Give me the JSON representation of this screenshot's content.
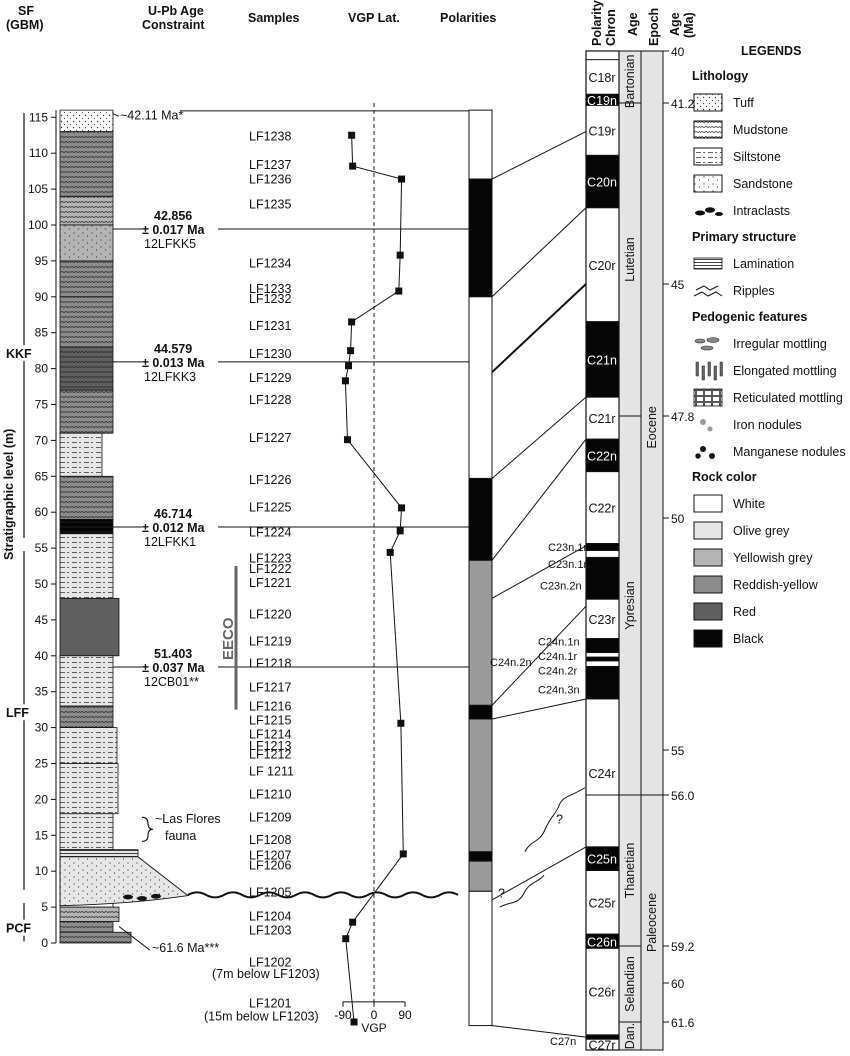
{
  "headers": {
    "sf": "SF",
    "gbm": "(GBM)",
    "upb1": "U-Pb Age",
    "upb2": "Constraint",
    "samples": "Samples",
    "vgp": "VGP Lat.",
    "polarities": "Polarities",
    "polarity1": "Polarity",
    "chron": "Chron",
    "age": "Age",
    "epoch": "Epoch",
    "agema1": "Age",
    "agema2": "(Ma)"
  },
  "y_axis_label": "Stratigraphic level (m)",
  "strat_ticks": [
    "0",
    "5",
    "10",
    "15",
    "20",
    "25",
    "30",
    "35",
    "40",
    "45",
    "50",
    "55",
    "60",
    "65",
    "70",
    "75",
    "80",
    "85",
    "90",
    "95",
    "100",
    "105",
    "110",
    "115"
  ],
  "formations": [
    {
      "name": "KKF",
      "level_m": 82
    },
    {
      "name": "LFF",
      "level_m": 32
    },
    {
      "name": "PCF",
      "level_m": 2
    }
  ],
  "age_constraints": [
    {
      "line1": "~42.11 Ma*",
      "line2": "",
      "line3": "",
      "level_m": 115
    },
    {
      "line1": "42.856",
      "line2": "± 0.017 Ma",
      "line3": "12LFKK5",
      "level_m": 100
    },
    {
      "line1": "44.579",
      "line2": "± 0.013 Ma",
      "line3": "12LFKK3",
      "level_m": 81.5
    },
    {
      "line1": "46.714",
      "line2": "± 0.012 Ma",
      "line3": "12LFKK1",
      "level_m": 58.5
    },
    {
      "line1": "51.403",
      "line2": "± 0.037 Ma",
      "line3": "12CB01**",
      "level_m": 39
    },
    {
      "line1": "~61.6 Ma***",
      "line2": "",
      "line3": "",
      "level_m": 1
    }
  ],
  "eeco_label": "EECO",
  "las_flores": [
    "~Las Flores",
    "fauna"
  ],
  "samples": [
    {
      "name": "LF1238",
      "level_m": 112.5
    },
    {
      "name": "LF1237",
      "level_m": 108.5
    },
    {
      "name": "LF1236",
      "level_m": 106.5
    },
    {
      "name": "LF1235",
      "level_m": 103
    },
    {
      "name": "LF1234",
      "level_m": 94.8
    },
    {
      "name": "LF1233",
      "level_m": 91.2
    },
    {
      "name": "LF1232",
      "level_m": 89.8
    },
    {
      "name": "LF1231",
      "level_m": 86.1
    },
    {
      "name": "LF1230",
      "level_m": 82.2
    },
    {
      "name": "LF1229",
      "level_m": 78.8
    },
    {
      "name": "LF1228",
      "level_m": 75.8
    },
    {
      "name": "LF1227",
      "level_m": 70.5
    },
    {
      "name": "LF1226",
      "level_m": 64.6
    },
    {
      "name": "LF1225",
      "level_m": 60.8
    },
    {
      "name": "LF1224",
      "level_m": 57.3
    },
    {
      "name": "LF1223",
      "level_m": 53.7
    },
    {
      "name": "LF1222",
      "level_m": 52.2
    },
    {
      "name": "LF1221",
      "level_m": 50.3
    },
    {
      "name": "LF1220",
      "level_m": 45.9
    },
    {
      "name": "LF1219",
      "level_m": 42.1
    },
    {
      "name": "LF1218",
      "level_m": 39.1
    },
    {
      "name": "LF1217",
      "level_m": 35.7
    },
    {
      "name": "LF1216",
      "level_m": 33.1
    },
    {
      "name": "LF1215",
      "level_m": 31.1
    },
    {
      "name": "LF1214",
      "level_m": 29.2
    },
    {
      "name": "LF1213",
      "level_m": 27.6
    },
    {
      "name": "LF1212",
      "level_m": 26.4
    },
    {
      "name": "LF 1211",
      "level_m": 24.0
    },
    {
      "name": "LF1210",
      "level_m": 20.8
    },
    {
      "name": "LF1209",
      "level_m": 17.6
    },
    {
      "name": "LF1208",
      "level_m": 14.5
    },
    {
      "name": "LF1207",
      "level_m": 12.3
    },
    {
      "name": "LF1206",
      "level_m": 10.9
    },
    {
      "name": "LF1205",
      "level_m": 7.2
    },
    {
      "name": "LF1204",
      "level_m": 3.8
    },
    {
      "name": "LF1203",
      "level_m": 1.9
    },
    {
      "name": "LF1202",
      "level_m": -2.6
    },
    {
      "name": "(7m below LF1203)",
      "level_m": -4.2
    },
    {
      "name": "LF1201",
      "level_m": -8.3
    },
    {
      "name": "(15m below LF1203)",
      "level_m": -10.1
    }
  ],
  "chart_data": {
    "type": "scatter",
    "title": "VGP Lat.",
    "xlabel": "VGP",
    "xlim": [
      -90,
      90
    ],
    "xticks": [
      "-90",
      "0",
      "90"
    ],
    "ylabel": "Stratigraphic level (m)",
    "ylim": [
      -12,
      117
    ],
    "points": [
      {
        "x": -65,
        "y": 112.5
      },
      {
        "x": -62,
        "y": 108.2
      },
      {
        "x": 80,
        "y": 106.4
      },
      {
        "x": 76,
        "y": 95.8
      },
      {
        "x": 72,
        "y": 90.8
      },
      {
        "x": -65,
        "y": 86.5
      },
      {
        "x": -68,
        "y": 82.5
      },
      {
        "x": -74,
        "y": 80.4
      },
      {
        "x": -83,
        "y": 78.3
      },
      {
        "x": -77,
        "y": 70.1
      },
      {
        "x": 80,
        "y": 60.6
      },
      {
        "x": 76,
        "y": 57.4
      },
      {
        "x": 47,
        "y": 54.4
      },
      {
        "x": 78,
        "y": 30.6
      },
      {
        "x": 85,
        "y": 12.4
      },
      {
        "x": -62,
        "y": 2.9
      },
      {
        "x": -82,
        "y": 0.6
      },
      {
        "x": -58,
        "y": -11
      }
    ]
  },
  "polarity_column": [
    {
      "from_m": 106.4,
      "to_m": 116,
      "polarity": "normal"
    },
    {
      "from_m": 90,
      "to_m": 106.4,
      "polarity": "reversed"
    },
    {
      "from_m": 64.7,
      "to_m": 90,
      "polarity": "normal"
    },
    {
      "from_m": 53.3,
      "to_m": 64.7,
      "polarity": "reversed"
    },
    {
      "from_m": 33.1,
      "to_m": 53.3,
      "polarity": "uncertain"
    },
    {
      "from_m": 31.2,
      "to_m": 33.1,
      "polarity": "reversed"
    },
    {
      "from_m": 12.7,
      "to_m": 31.2,
      "polarity": "uncertain"
    },
    {
      "from_m": 11.4,
      "to_m": 12.7,
      "polarity": "reversed"
    },
    {
      "from_m": 7.2,
      "to_m": 11.4,
      "polarity": "uncertain"
    },
    {
      "from_m": -11.5,
      "to_m": 7.2,
      "polarity": "normal"
    }
  ],
  "chrons": [
    {
      "name": "C18r",
      "from_ma": 40.2,
      "to_ma": 41.0,
      "polarity": "normal"
    },
    {
      "name": "C19n",
      "from_ma": 41.0,
      "to_ma": 41.25,
      "polarity": "reversed"
    },
    {
      "name": "C19r",
      "from_ma": 41.25,
      "to_ma": 42.3,
      "polarity": "normal"
    },
    {
      "name": "C20n",
      "from_ma": 42.3,
      "to_ma": 43.4,
      "polarity": "reversed"
    },
    {
      "name": "C20r",
      "from_ma": 43.4,
      "to_ma": 45.8,
      "polarity": "normal"
    },
    {
      "name": "C21n",
      "from_ma": 45.8,
      "to_ma": 47.4,
      "polarity": "reversed"
    },
    {
      "name": "C21r",
      "from_ma": 47.4,
      "to_ma": 48.3,
      "polarity": "normal"
    },
    {
      "name": "C22n",
      "from_ma": 48.3,
      "to_ma": 49.0,
      "polarity": "reversed"
    },
    {
      "name": "C22r",
      "from_ma": 49.0,
      "to_ma": 50.55,
      "polarity": "normal"
    },
    {
      "name": "C23n.1n",
      "from_ma": 50.55,
      "to_ma": 50.7,
      "polarity": "reversed"
    },
    {
      "name": "C23n.1r",
      "from_ma": 50.7,
      "to_ma": 50.85,
      "polarity": "normal"
    },
    {
      "name": "C23n.2n",
      "from_ma": 50.85,
      "to_ma": 51.75,
      "polarity": "reversed"
    },
    {
      "name": "C23r",
      "from_ma": 51.75,
      "to_ma": 52.6,
      "polarity": "normal"
    },
    {
      "name": "C24n.1n",
      "from_ma": 52.6,
      "to_ma": 52.9,
      "polarity": "reversed"
    },
    {
      "name": "C24n.1r",
      "from_ma": 52.9,
      "to_ma": 53.0,
      "polarity": "normal"
    },
    {
      "name": "C24n.2n",
      "from_ma": 53.0,
      "to_ma": 53.08,
      "polarity": "reversed"
    },
    {
      "name": "C24n.2r",
      "from_ma": 53.08,
      "to_ma": 53.2,
      "polarity": "normal"
    },
    {
      "name": "C24n.3n",
      "from_ma": 53.2,
      "to_ma": 53.9,
      "polarity": "reversed"
    },
    {
      "name": "C24r",
      "from_ma": 53.9,
      "to_ma": 57.1,
      "polarity": "normal"
    },
    {
      "name": "C25n",
      "from_ma": 57.1,
      "to_ma": 57.6,
      "polarity": "reversed"
    },
    {
      "name": "C25r",
      "from_ma": 57.6,
      "to_ma": 58.95,
      "polarity": "normal"
    },
    {
      "name": "C26n",
      "from_ma": 58.95,
      "to_ma": 59.25,
      "polarity": "reversed"
    },
    {
      "name": "C26r",
      "from_ma": 59.25,
      "to_ma": 62.2,
      "polarity": "normal"
    },
    {
      "name": "C27n",
      "from_ma": 62.2,
      "to_ma": 62.4,
      "polarity": "reversed"
    },
    {
      "name": "C27r",
      "from_ma": 62.4,
      "to_ma": 62.9,
      "polarity": "normal"
    }
  ],
  "stages": [
    {
      "name": "Bartonian",
      "from_ma": 40.2,
      "to_ma": 41.2
    },
    {
      "name": "Lutetian",
      "from_ma": 41.2,
      "to_ma": 47.8
    },
    {
      "name": "Ypresian",
      "from_ma": 47.8,
      "to_ma": 56.0
    },
    {
      "name": "Thanetian",
      "from_ma": 56.0,
      "to_ma": 59.2
    },
    {
      "name": "Selandian",
      "from_ma": 59.2,
      "to_ma": 61.6
    },
    {
      "name": "Dan.",
      "from_ma": 61.6,
      "to_ma": 62.9
    }
  ],
  "epochs": [
    {
      "name": "Eocene",
      "from_ma": 40.2,
      "to_ma": 56.0
    },
    {
      "name": "Paleocene",
      "from_ma": 56.0,
      "to_ma": 62.9
    }
  ],
  "age_ticks": [
    "40",
    "41.2",
    "45",
    "47.8",
    "50",
    "55",
    "56.0",
    "59.2",
    "60",
    "61.6"
  ],
  "legend": {
    "title": "LEGENDS",
    "sections": [
      {
        "title": "Lithology",
        "items": [
          {
            "label": "Tuff",
            "swatch": "tuff"
          },
          {
            "label": "Mudstone",
            "swatch": "mudstone"
          },
          {
            "label": "Siltstone",
            "swatch": "siltstone"
          },
          {
            "label": "Sandstone",
            "swatch": "sandstone"
          },
          {
            "label": "Intraclasts",
            "swatch": "intraclasts"
          }
        ]
      },
      {
        "title": "Primary structure",
        "items": [
          {
            "label": "Lamination",
            "swatch": "lamination"
          },
          {
            "label": "Ripples",
            "swatch": "ripples"
          }
        ]
      },
      {
        "title": "Pedogenic features",
        "items": [
          {
            "label": "Irregular mottling",
            "swatch": "irregular"
          },
          {
            "label": "Elongated mottling",
            "swatch": "elongated"
          },
          {
            "label": "Reticulated mottling",
            "swatch": "reticulated"
          },
          {
            "label": "Iron nodules",
            "swatch": "iron"
          },
          {
            "label": "Manganese nodules",
            "swatch": "manganese"
          }
        ]
      },
      {
        "title": "Rock color",
        "items": [
          {
            "label": "White",
            "swatch": "#ffffff"
          },
          {
            "label": "Olive grey",
            "swatch": "#e6e6e6"
          },
          {
            "label": "Yellowish grey",
            "swatch": "#b4b4b4"
          },
          {
            "label": "Reddish-yellow",
            "swatch": "#8c8c8c"
          },
          {
            "label": "Red",
            "swatch": "#5f5f5f"
          },
          {
            "label": "Black",
            "swatch": "#050505"
          }
        ]
      }
    ]
  },
  "colors": {
    "white": "#ffffff",
    "olive_grey": "#e6e6e6",
    "yellowish_grey": "#b4b4b4",
    "reddish_yellow": "#8c8c8c",
    "red": "#5f5f5f",
    "black": "#050505",
    "stage_fill": "#e4e4e4",
    "uncertain_fill": "#9a9a9a"
  }
}
